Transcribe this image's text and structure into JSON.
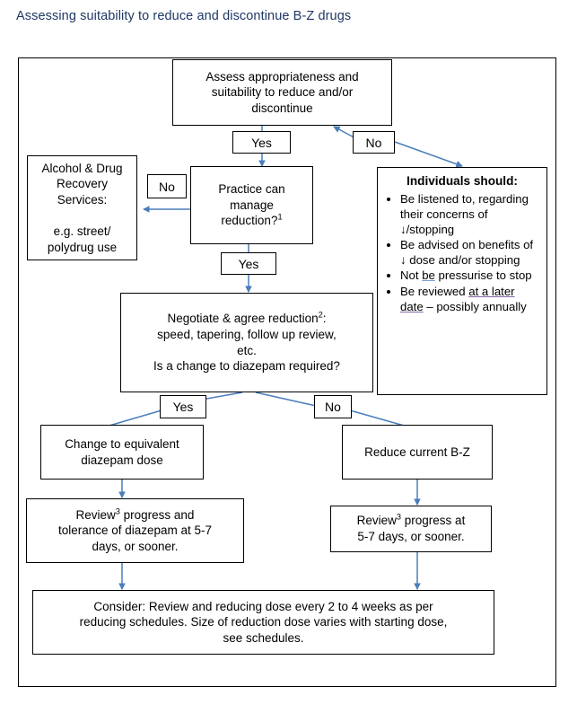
{
  "title": "Assessing suitability to reduce and discontinue B-Z drugs",
  "theme": {
    "title_color": "#1F3864",
    "arrow_color": "#4A7EBB",
    "border_color": "#000000",
    "background": "#FFFFFF",
    "grammar_underline": "#7C9BD6",
    "spell_underline": "#8064A2"
  },
  "nodes": {
    "assess": {
      "lines": [
        "Assess appropriateness and",
        "suitability to reduce and/or",
        "discontinue"
      ]
    },
    "recovery": {
      "lines": [
        "Alcohol & Drug",
        "Recovery",
        "Services:"
      ],
      "lines2": [
        "e.g. street/",
        "polydrug use"
      ]
    },
    "practice": {
      "lines": [
        "Practice can",
        "manage",
        "reduction?"
      ],
      "superscript": "1"
    },
    "negotiate": {
      "line1": "Negotiate & agree reduction",
      "superscript": "2",
      "line1_end": ":",
      "line2": "speed, tapering, follow up review,",
      "line3": "etc.",
      "line4": "Is a change to diazepam required?"
    },
    "change_diazepam": {
      "lines": [
        "Change to equivalent",
        "diazepam dose"
      ]
    },
    "reduce_bz": {
      "lines": [
        "Reduce current B-Z"
      ]
    },
    "review_left": {
      "pre": "Review",
      "superscript": "3",
      "line1_rest": " progress and",
      "line2": "tolerance of diazepam at 5-7",
      "line3": "days, or sooner."
    },
    "review_right": {
      "pre": "Review",
      "superscript": "3",
      "line1_rest": " progress at",
      "line2": "5-7 days, or sooner."
    },
    "consider": {
      "line1": "Consider: Review and reducing dose every 2 to 4 weeks as per",
      "line2": "reducing schedules. Size of reduction dose varies with starting dose,",
      "line3": "see schedules."
    }
  },
  "panel": {
    "heading": "Individuals should:",
    "bullets": [
      {
        "parts": [
          {
            "text": "Be listened to, regarding their concerns of "
          },
          {
            "text": "↓",
            "style": "plain"
          },
          {
            "text": "/stopping"
          }
        ],
        "plain": "Be listened to, regarding their concerns of ↓/stopping"
      },
      {
        "plain": "Be advised on benefits of ↓ dose and/or stopping"
      },
      {
        "plain": "Not be pressurise to stop",
        "underlined_word": "be"
      },
      {
        "plain": "Be reviewed at a later date – possibly annually",
        "underlined_phrase": "at a later date"
      }
    ]
  },
  "decision_labels": {
    "assess_yes": "Yes",
    "assess_no": "No",
    "practice_no": "No",
    "practice_yes": "Yes",
    "negotiate_yes": "Yes",
    "negotiate_no": "No"
  }
}
